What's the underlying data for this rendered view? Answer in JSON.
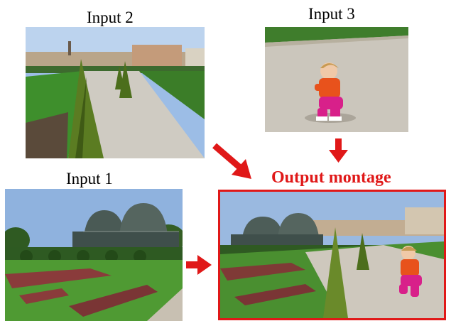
{
  "labels": {
    "input1": "Input 1",
    "input2": "Input 2",
    "input3": "Input 3",
    "output": "Output montage"
  },
  "colors": {
    "accent": "#e01818",
    "sky": "#7fa8d8",
    "grass": "#3f8a2e",
    "gravel": "#c8c2b6",
    "cypress": "#5a7a1e",
    "shirt": "#e8521c",
    "pants": "#d8208a"
  },
  "icons": [
    "arrow-right-icon",
    "arrow-down-icon",
    "arrow-diagonal-icon"
  ]
}
